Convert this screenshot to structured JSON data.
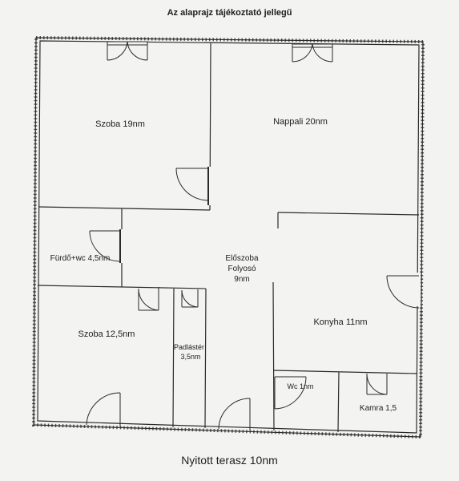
{
  "title": "Az alaprajz tájékoztató jellegű",
  "caption": "Nyitott terasz 10nm",
  "colors": {
    "line": "#2a2a2a",
    "paper": "#f3f3f1"
  },
  "rooms": [
    {
      "id": "szoba-19",
      "lines": [
        "Szoba 19nm"
      ]
    },
    {
      "id": "nappali",
      "lines": [
        "Nappali 20nm"
      ]
    },
    {
      "id": "furdo",
      "lines": [
        "Fürdő+wc 4,5nm"
      ]
    },
    {
      "id": "eloszoba",
      "lines": [
        "Előszoba",
        "Folyosó",
        "9nm"
      ]
    },
    {
      "id": "szoba-12",
      "lines": [
        "Szoba 12,5nm"
      ]
    },
    {
      "id": "padlaster",
      "lines": [
        "Padlástér",
        "3,5nm"
      ]
    },
    {
      "id": "konyha",
      "lines": [
        "Konyha 11nm"
      ]
    },
    {
      "id": "wc",
      "lines": [
        "Wc 1nm"
      ]
    },
    {
      "id": "kamra",
      "lines": [
        "Kamra 1,5"
      ]
    }
  ]
}
